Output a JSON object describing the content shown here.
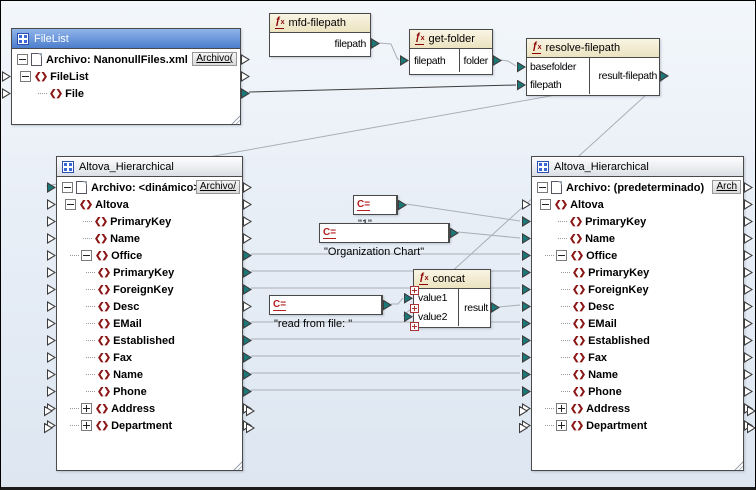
{
  "filelist": {
    "title": "FileList",
    "file_row": {
      "label": "Archivo: NanonullFiles.xml",
      "button": "Archivo("
    },
    "rows": [
      "FileList",
      "File"
    ]
  },
  "left_tree": {
    "title": "Altova_Hierarchical",
    "file_row": {
      "label": "Archivo: <dinámico>",
      "button": "Archivo/"
    },
    "rows": [
      "Altova",
      "PrimaryKey",
      "Name",
      "Office",
      "PrimaryKey",
      "ForeignKey",
      "Desc",
      "EMail",
      "Established",
      "Fax",
      "Name",
      "Phone",
      "Address",
      "Department"
    ]
  },
  "right_tree": {
    "title": "Altova_Hierarchical",
    "file_row": {
      "label": "Archivo: (predeterminado)",
      "button": "Arch"
    },
    "rows": [
      "Altova",
      "PrimaryKey",
      "Name",
      "Office",
      "PrimaryKey",
      "ForeignKey",
      "Desc",
      "EMail",
      "Established",
      "Fax",
      "Name",
      "Phone",
      "Address",
      "Department"
    ]
  },
  "functions": {
    "mfd_filepath": {
      "title": "mfd-filepath",
      "output": "filepath"
    },
    "get_folder": {
      "title": "get-folder",
      "input": "filepath",
      "output": "folder"
    },
    "resolve_filepath": {
      "title": "resolve-filepath",
      "input1": "basefolder",
      "input2": "filepath",
      "output": "result-filepath"
    },
    "concat": {
      "title": "concat",
      "input1": "value1",
      "input2": "value2",
      "output": "result"
    }
  },
  "constants": {
    "one": "\"1\"",
    "org_chart": "\"Organization Chart\"",
    "read_from_file": "\"read from file: \""
  },
  "colors": {
    "accent_teal": "#1B7878",
    "connection": "#A9AFB6",
    "connection_selected": "#3C3C3C",
    "selected_header": "#4D7ECD",
    "function_header": "#EFE8C8",
    "element_red": "#8B1616"
  }
}
